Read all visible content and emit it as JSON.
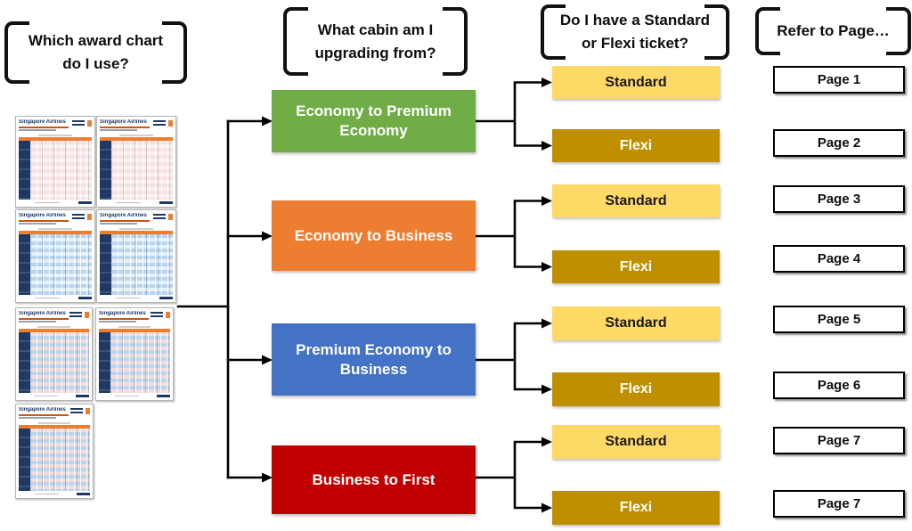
{
  "headers": {
    "award_chart": [
      "Which award chart",
      "do I use?"
    ],
    "cabin_question": [
      "What cabin am I",
      "upgrading from?"
    ],
    "ticket_question": [
      "Do I have a Standard",
      "or Flexi ticket?"
    ],
    "page_refer": [
      "Refer to Page…"
    ]
  },
  "thumbnails": {
    "items": [
      {
        "title": "Singapore Airlines",
        "variant": "pink"
      },
      {
        "title": "Singapore Airlines",
        "variant": "pink"
      },
      {
        "title": "Singapore Airlines",
        "variant": "blue"
      },
      {
        "title": "Singapore Airlines",
        "variant": "blue"
      },
      {
        "title": "Singapore Airlines",
        "variant": "mixed"
      },
      {
        "title": "Singapore Airlines",
        "variant": "mixed"
      },
      {
        "title": "Singapore Airlines",
        "variant": "mixed"
      }
    ]
  },
  "groups": [
    {
      "cabin": {
        "label": "Economy to Premium Economy",
        "color": "#70AD47"
      },
      "branches": [
        {
          "ticket": "Standard",
          "page": "Page 1"
        },
        {
          "ticket": "Flexi",
          "page": "Page 2"
        }
      ]
    },
    {
      "cabin": {
        "label": "Economy to Business",
        "color": "#ED7D31"
      },
      "branches": [
        {
          "ticket": "Standard",
          "page": "Page 3"
        },
        {
          "ticket": "Flexi",
          "page": "Page 4"
        }
      ]
    },
    {
      "cabin": {
        "label": "Premium Economy to Business",
        "color": "#4472C4"
      },
      "branches": [
        {
          "ticket": "Standard",
          "page": "Page 5"
        },
        {
          "ticket": "Flexi",
          "page": "Page 6"
        }
      ]
    },
    {
      "cabin": {
        "label": "Business to First",
        "color": "#C00000"
      },
      "branches": [
        {
          "ticket": "Standard",
          "page": "Page 7"
        },
        {
          "ticket": "Flexi",
          "page": "Page 7"
        }
      ]
    }
  ],
  "tickets": {
    "standard_color": "#FFD966",
    "flexi_color": "#BF8F00"
  },
  "connector_color": "#000000"
}
